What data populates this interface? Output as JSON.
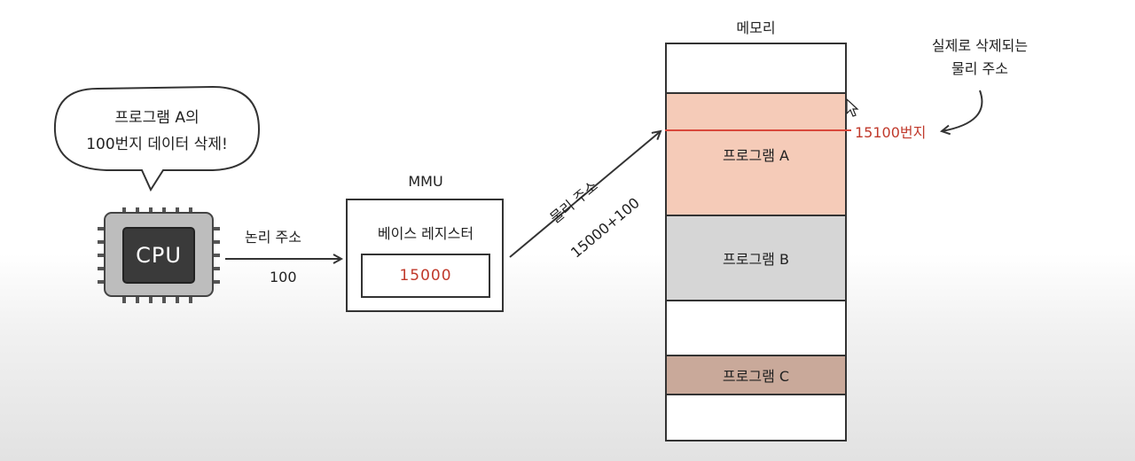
{
  "bubble": {
    "line1": "프로그램 A의",
    "line2": "100번지 데이터 삭제!"
  },
  "cpu": {
    "label": "CPU"
  },
  "logical": {
    "label": "논리 주소",
    "value": "100"
  },
  "mmu": {
    "title": "MMU",
    "register_label": "베이스 레지스터",
    "register_value": "15000"
  },
  "physical": {
    "label": "물리 주소",
    "calc": "15000+100"
  },
  "memory": {
    "title": "메모리",
    "programs": [
      {
        "label": "프로그램 A",
        "color": "#f5cbb8"
      },
      {
        "label": "프로그램 B",
        "color": "#d6d6d6"
      },
      {
        "label": "프로그램 C",
        "color": "#c9a99a"
      }
    ]
  },
  "annotation": {
    "line1": "실제로 삭제되는",
    "line2": "물리 주소",
    "address": "15100번지"
  },
  "colors": {
    "accent_red": "#c0392b"
  }
}
